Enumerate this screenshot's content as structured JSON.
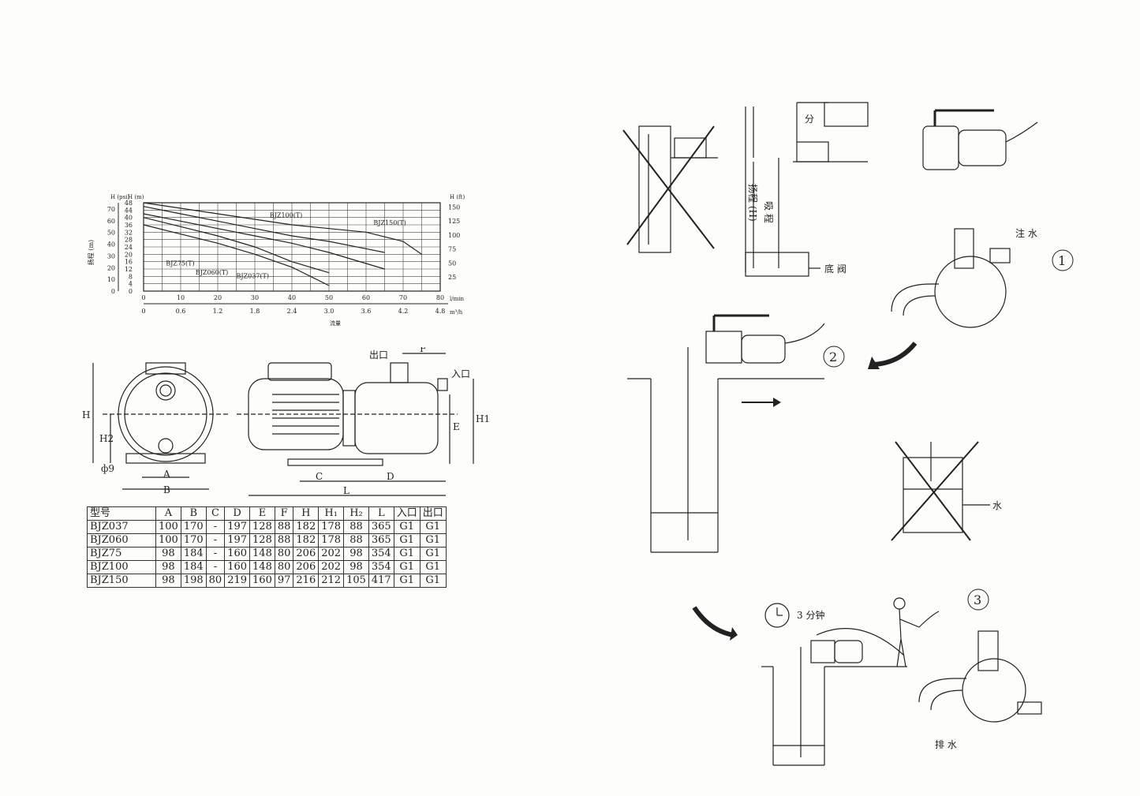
{
  "chart_data": {
    "type": "line",
    "x_flow_lmin": [
      0,
      10,
      20,
      30,
      40,
      50,
      60,
      70,
      80
    ],
    "x_flow_lmin_unit": "l/min",
    "x_flow_m3h": [
      "0",
      "0.6",
      "1.2",
      "1.8",
      "2.4",
      "3.0",
      "3.6",
      "4.2",
      "4.8"
    ],
    "x_flow_m3h_unit": "m³/h",
    "xlabel": "流量",
    "ylabel": "扬程 (m)",
    "y_m_ticks": [
      0,
      4,
      8,
      12,
      16,
      20,
      24,
      28,
      32,
      36,
      40,
      44,
      48
    ],
    "y_m_unit": "H\n(m)",
    "y_psi_ticks": [
      0,
      10,
      20,
      30,
      40,
      50,
      60,
      70
    ],
    "y_psi_unit": "H\n(psi)",
    "y_ft_ticks": [
      25,
      50,
      75,
      100,
      125,
      150
    ],
    "y_ft_unit": "H\n(ft)",
    "xlim": [
      0,
      80
    ],
    "ylim": [
      0,
      48
    ],
    "grid": true,
    "series": [
      {
        "name": "BJZ037(T)",
        "x": [
          0,
          10,
          20,
          30,
          40,
          45,
          50
        ],
        "y": [
          36,
          31,
          26,
          20,
          13,
          8,
          3
        ]
      },
      {
        "name": "BJZ060(T)",
        "x": [
          0,
          10,
          20,
          30,
          40,
          50
        ],
        "y": [
          40,
          35,
          30,
          24,
          16,
          10
        ]
      },
      {
        "name": "BJZ75(T)",
        "x": [
          0,
          10,
          20,
          30,
          40,
          50,
          60,
          65
        ],
        "y": [
          42,
          38,
          34,
          30,
          26,
          21,
          15,
          12
        ]
      },
      {
        "name": "BJZ100(T)",
        "x": [
          0,
          10,
          20,
          30,
          40,
          50,
          60,
          65
        ],
        "y": [
          46,
          42,
          38,
          34,
          30,
          27,
          23,
          21
        ]
      },
      {
        "name": "BJZ150(T)",
        "x": [
          0,
          10,
          20,
          30,
          40,
          50,
          60,
          70,
          75
        ],
        "y": [
          48,
          45,
          42,
          39,
          36,
          34,
          32,
          27,
          20
        ]
      }
    ]
  },
  "drawing_labels": {
    "H": "H",
    "H2": "H2",
    "phi9": "ф9",
    "A": "A",
    "B": "B",
    "C": "C",
    "D": "D",
    "L": "L",
    "E": "E",
    "H1": "H1",
    "F": "F",
    "outlet": "出口",
    "inlet": "入口"
  },
  "table": {
    "headers": [
      "型号",
      "A",
      "B",
      "C",
      "D",
      "E",
      "F",
      "H",
      "H₁",
      "H₂",
      "L",
      "入口",
      "出口"
    ],
    "rows": [
      [
        "BJZ037",
        "100",
        "170",
        "-",
        "197",
        "128",
        "88",
        "182",
        "178",
        "88",
        "365",
        "G1",
        "G1"
      ],
      [
        "BJZ060",
        "100",
        "170",
        "-",
        "197",
        "128",
        "88",
        "182",
        "178",
        "88",
        "365",
        "G1",
        "G1"
      ],
      [
        "BJZ75",
        "98",
        "184",
        "-",
        "160",
        "148",
        "80",
        "206",
        "202",
        "98",
        "354",
        "G1",
        "G1"
      ],
      [
        "BJZ100",
        "98",
        "184",
        "-",
        "160",
        "148",
        "80",
        "206",
        "202",
        "98",
        "354",
        "G1",
        "G1"
      ],
      [
        "BJZ150",
        "98",
        "198",
        "80",
        "219",
        "160",
        "97",
        "216",
        "212",
        "105",
        "417",
        "G1",
        "G1"
      ]
    ]
  },
  "instructions": {
    "head_label": "扬程 (H)",
    "suction_label": "吸 程",
    "foot_valve": "底 阀",
    "divide": "分",
    "fill_water": "注 水",
    "water": "水",
    "drain": "排 水",
    "duration": "3 分钟",
    "step1": "1",
    "step2": "2",
    "step3": "3"
  }
}
